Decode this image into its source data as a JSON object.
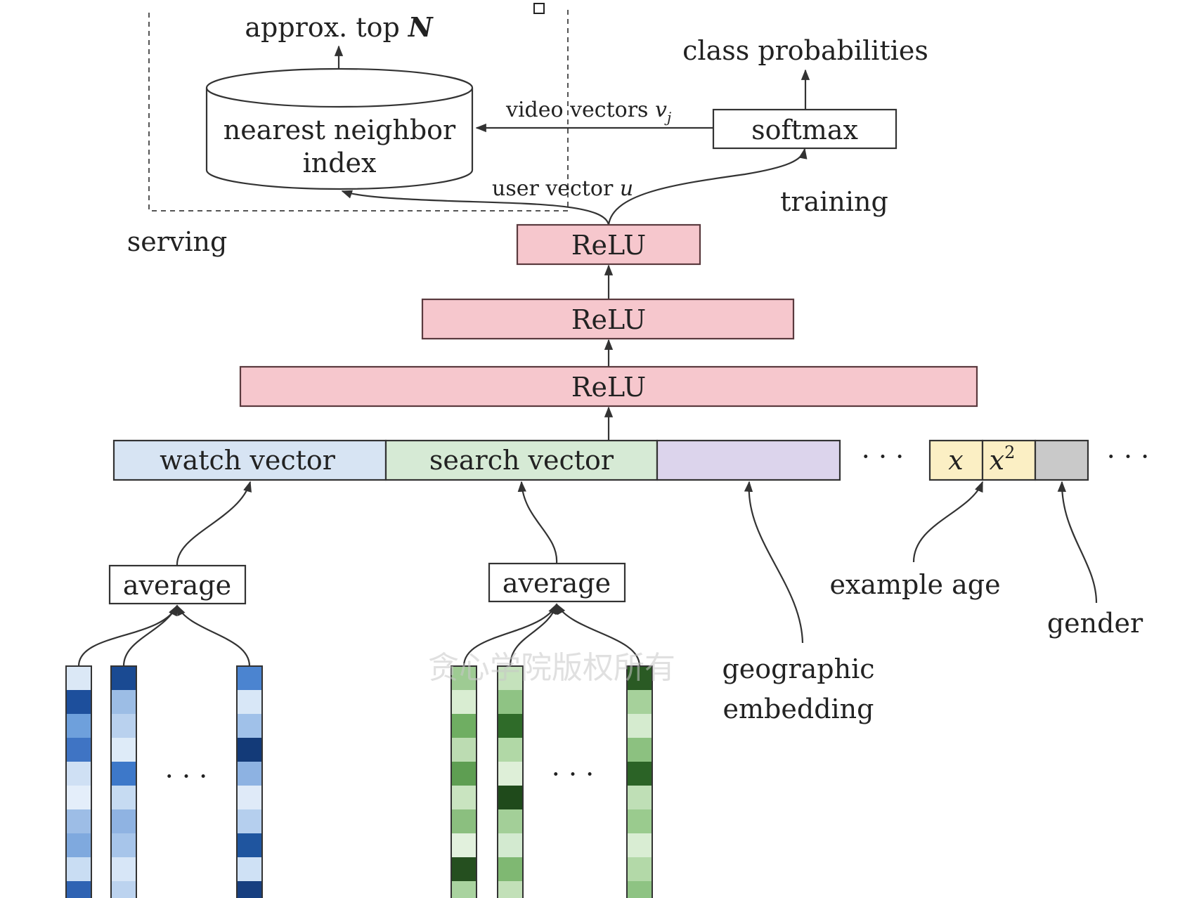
{
  "serving": {
    "top_label": "approx. top",
    "top_label_var": "N",
    "index_line1": "nearest neighbor",
    "index_line2": "index",
    "video_vectors_label": "video vectors",
    "video_vectors_var": "v",
    "video_vectors_sub": "j",
    "user_vector_label": "user vector",
    "user_vector_var": "u",
    "serving_label": "serving"
  },
  "training": {
    "class_probabilities_label": "class probabilities",
    "softmax_label": "softmax",
    "training_label": "training"
  },
  "layers": {
    "relu_top": "ReLU",
    "relu_middle": "ReLU",
    "relu_bottom": "ReLU"
  },
  "input_vector": {
    "watch_label": "watch vector",
    "search_label": "search vector",
    "age_x": "x",
    "age_x2_base": "x",
    "age_x2_exp": "2",
    "ellipsis_mid": "· · ·",
    "ellipsis_right": "· · ·"
  },
  "features": {
    "average_watch": "average",
    "average_search": "average",
    "geographic_line1": "geographic",
    "geographic_line2": "embedding",
    "example_age": "example age",
    "gender": "gender",
    "ellipsis_watch_embeddings": "· · ·",
    "ellipsis_search_embeddings": "· · ·"
  },
  "watermark": "贪心学院版权所有",
  "colors": {
    "relu_fill": "#f6c7cd",
    "relu_stroke": "#5a3a3e",
    "watch_fill": "#d7e4f3",
    "search_fill": "#d6ead5",
    "geo_fill": "#dcd4ec",
    "age_fill": "#fbefc4",
    "gender_fill": "#c9c9c9",
    "watch_embedding_shades": [
      [
        "#dbe8f6",
        "#1d4f9c",
        "#6ea0dc",
        "#3f74c4",
        "#cfe0f4",
        "#e4eefa",
        "#9dbde6",
        "#7fa9de",
        "#c9ddf3",
        "#2f63b3"
      ],
      [
        "#1a4a92",
        "#9cbde5",
        "#b9d1ee",
        "#deebf8",
        "#3d78c9",
        "#c6dbf2",
        "#8fb3e2",
        "#a7c5ea",
        "#d7e6f7",
        "#bcd3ef"
      ],
      [
        "#4b84d0",
        "#d8e7f7",
        "#a0c1e9",
        "#133a78",
        "#8db2e2",
        "#dfeaf8",
        "#b5cfee",
        "#1f559f",
        "#cfe1f5",
        "#173f80"
      ]
    ],
    "search_embedding_shades": [
      [
        "#9ecb93",
        "#d9edd2",
        "#6fae62",
        "#bcdcb2",
        "#5e9e52",
        "#c9e4c0",
        "#8bbf7f",
        "#e2f1dd",
        "#254f1f",
        "#a9d39f"
      ],
      [
        "#c5e2bc",
        "#8fc384",
        "#2f6b29",
        "#b1d8a6",
        "#deefd8",
        "#1f4a1b",
        "#a3cf98",
        "#d3ead0",
        "#7fb872",
        "#c2e0b8"
      ],
      [
        "#2a5a24",
        "#a6d19b",
        "#d5ebcf",
        "#8cc180",
        "#2b6326",
        "#bfdfb6",
        "#9acb8e",
        "#d9edd3",
        "#b3d9a8",
        "#8ec383"
      ]
    ]
  }
}
